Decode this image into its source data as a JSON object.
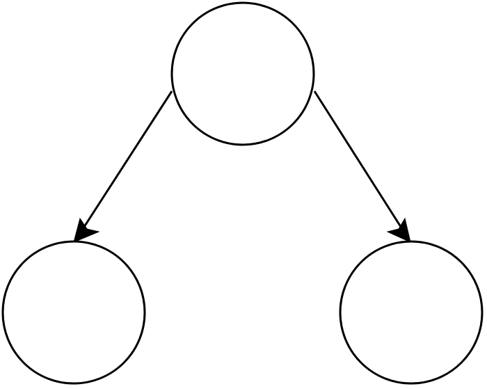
{
  "diagram": {
    "type": "tree",
    "nodes": [
      {
        "id": "root",
        "label": ""
      },
      {
        "id": "left-child",
        "label": ""
      },
      {
        "id": "right-child",
        "label": ""
      }
    ],
    "edges": [
      {
        "from": "root",
        "to": "left-child",
        "directed": true
      },
      {
        "from": "root",
        "to": "right-child",
        "directed": true
      }
    ],
    "colors": {
      "stroke": "#000000",
      "fill": "#ffffff"
    }
  }
}
